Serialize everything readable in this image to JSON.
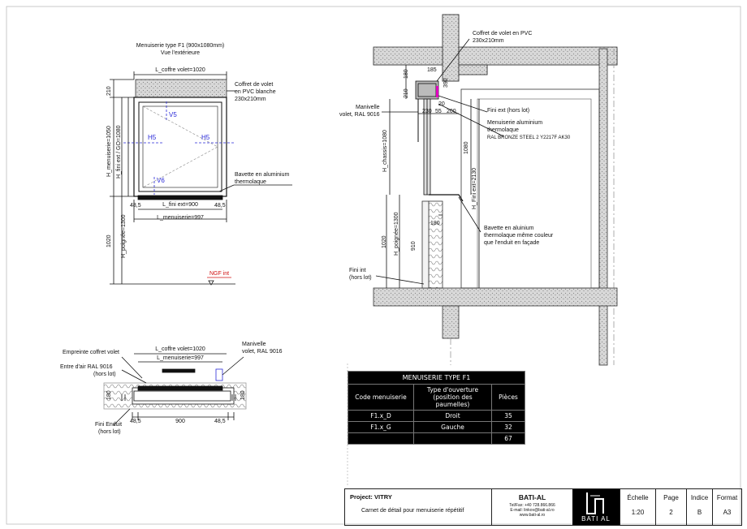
{
  "elevation": {
    "title_line1": "Menuiserie type F1 (900x1080mm)",
    "title_line2": "Vue l'extérieure",
    "l_coffre": "L_coffre volet=1020",
    "coffre_note_1": "Coffret de volet",
    "coffre_note_2": "en PVC blanche",
    "coffre_note_3": "230x210mm",
    "dim_210": "210",
    "h_menuiserie": "H_menuiserie=1050",
    "h_fini": "H_fini ext / GO=1080",
    "h_poignee": "H_poignée=1300",
    "dim_1020": "1020",
    "v5": "V5",
    "v6": "V6",
    "h5_left": "H5",
    "h5_right": "H5",
    "bavette_1": "Bavette en aluminium",
    "bavette_2": "thermolaque",
    "dim_48_left": "48,5",
    "dim_48_right": "48,5",
    "l_fini": "L_fini ext=900",
    "l_menuiserie": "L_menuiserie=997",
    "ngf": "NGF int"
  },
  "section": {
    "coffret_1": "Coffret de volet  en PVC",
    "coffret_2": "230x210mm",
    "dim_185": "185",
    "dim_180": "180",
    "dim_210": "210",
    "dim_390": "390",
    "dim_20": "20",
    "dim_230": "230",
    "dim_55": "55",
    "dim_200": "200",
    "fini_ext": "Fini ext (hors lot)",
    "menuiserie_1": "Menuiserie aluminium",
    "menuiserie_2": "thermolaque",
    "menuiserie_3": "RAL BRONZE STEEL 2 Y2217F AK30",
    "manivelle_1": "Manivelle",
    "manivelle_2": "volet, RAL 9016",
    "h_chassis": "H_chassis=1080",
    "dim_1080": "1080",
    "h_fini_ext": "H_Fini ext=2130",
    "dim_180b": "180",
    "bavette_1": "Bavette en aluinium",
    "bavette_2": "thermolaque  même couleur",
    "bavette_3": "que l'enduit en façade",
    "dim_1020": "1020",
    "h_poignee": "H_poignée=1300",
    "dim_910": "910",
    "fini_int_1": "Fini int",
    "fini_int_2": "(hors lot)"
  },
  "plan": {
    "empreinte": "Empreinte coffret volet",
    "l_coffre": "L_coffre volet=1020",
    "l_menuiserie": "L_menuiserie=997",
    "entree_1": "Entre d'air RAL 9016",
    "entree_2": "(hors lot)",
    "manivelle_1": "Manivelle",
    "manivelle_2": "volet, RAL 9016",
    "dim_180_left": "180",
    "dim_180_right": "180",
    "dim_48_left": "48,5",
    "dim_900": "900",
    "dim_48_right": "48,5",
    "fini_1": "Fini Enduit",
    "fini_2": "(hors lot)"
  },
  "table": {
    "title": "MENUISERIE TYPE F1",
    "headers": [
      "Code menuiserie",
      "Type d'ouverture (position des paumelles)",
      "Pièces"
    ],
    "rows": [
      [
        "F1.x_D",
        "Droit",
        "35"
      ],
      [
        "F1.x_G",
        "Gauche",
        "32"
      ]
    ],
    "total": "67"
  },
  "titleblock": {
    "project_label": "Project:",
    "project_name": "VITRY",
    "description": "Carnet de détail pour menuiserie répétitif",
    "company": "BATI-AL",
    "telfax": "Tel/Fax: +40 728.866.866",
    "email": "E-mail: linkov@bati-al.ro",
    "web": "www.bati-al.ro",
    "logo_text": "BATI AL",
    "echelle_label": "Échelle",
    "echelle_value": "1:20",
    "page_label": "Page",
    "page_value": "2",
    "indice_label": "Indice",
    "indice_value": "B",
    "format_label": "Format",
    "format_value": "A3"
  }
}
